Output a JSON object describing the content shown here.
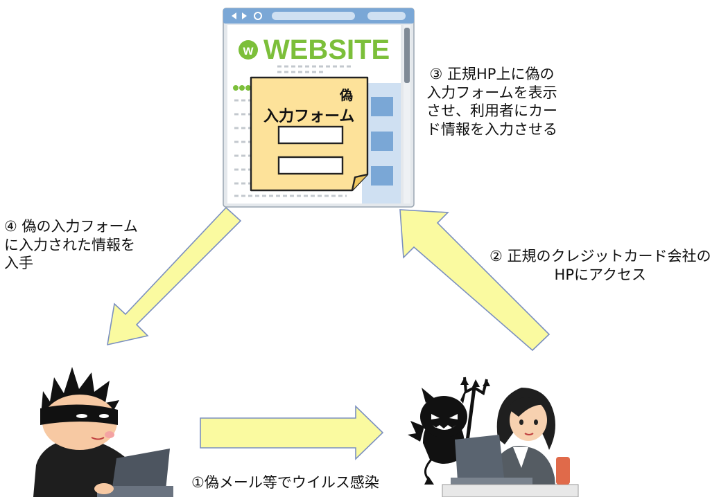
{
  "website": {
    "logo_text": "WEBSITE",
    "fake_form": {
      "tag": "偽",
      "title": "入力フォーム"
    }
  },
  "steps": [
    {
      "id": 1,
      "text": "①偽メール等でウイルス感染"
    },
    {
      "id": 2,
      "text": "②  正規のクレジットカード会社の\nHPにアクセス"
    },
    {
      "id": 3,
      "text": "③  正規HP上に偽の\n入力フォームを表示\nさせ、利用者にカー\nド情報を入力させる"
    },
    {
      "id": 4,
      "text": "④  偽の入力フォーム\nに入力された情報を\n入手"
    }
  ],
  "colors": {
    "arrow_fill": "#fafaa0",
    "arrow_stroke": "#7a8fc0",
    "sticky_note": "#fde29a",
    "logo_green": "#7cbf3a",
    "browser_frame": "#7aa7d6"
  }
}
